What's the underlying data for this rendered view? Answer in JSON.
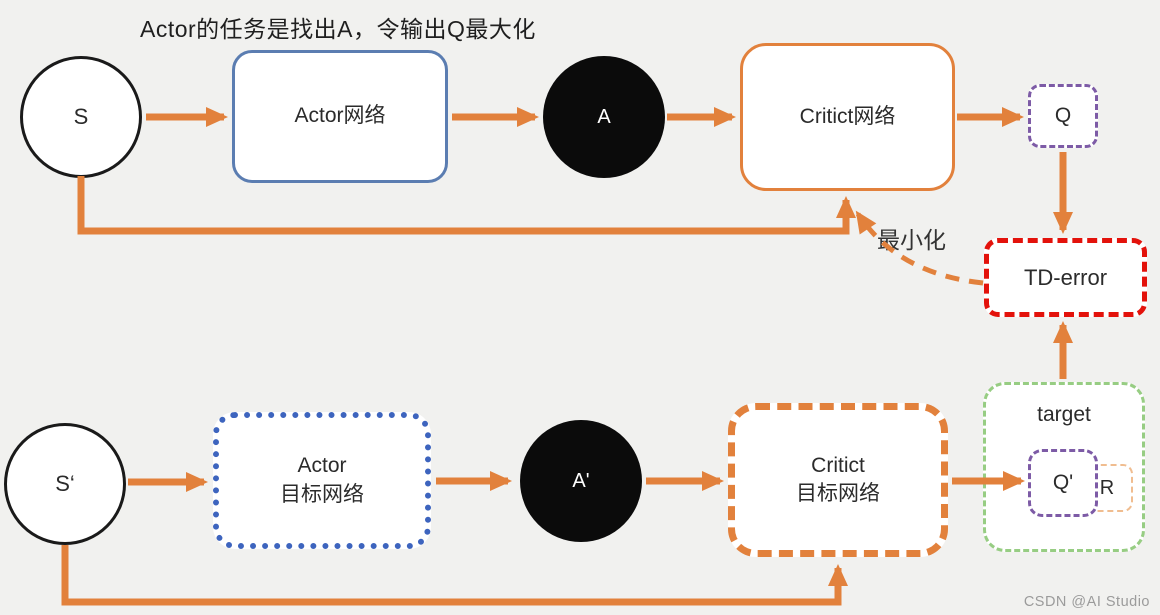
{
  "title": "Actor的任务是找出A，令输出Q最大化",
  "watermark": "CSDN @AI Studio",
  "colors": {
    "background": "#F1F1EF",
    "ink": "#2B2B2B",
    "orange": "#E2813C",
    "blue_solid": "#5B7DB1",
    "blue_dotted": "#3D64BE",
    "purple": "#7D5BA6",
    "red": "#E3120B",
    "green": "#97CD83",
    "light_orange": "#F0BD90"
  },
  "top_row": {
    "s": "S",
    "actor_network": "Actor网络",
    "a": "A",
    "critic_network": "Critict网络",
    "q": "Q"
  },
  "feedback": {
    "td_error": "TD-error",
    "minimize": "最小化"
  },
  "bottom_row": {
    "s_prime": "S‘",
    "actor_target_line1": "Actor",
    "actor_target_line2": "目标网络",
    "a_prime": "A'",
    "critic_target_line1": "Critict",
    "critic_target_line2": "目标网络",
    "target": "target",
    "q_prime": "Q'",
    "r": "R"
  }
}
